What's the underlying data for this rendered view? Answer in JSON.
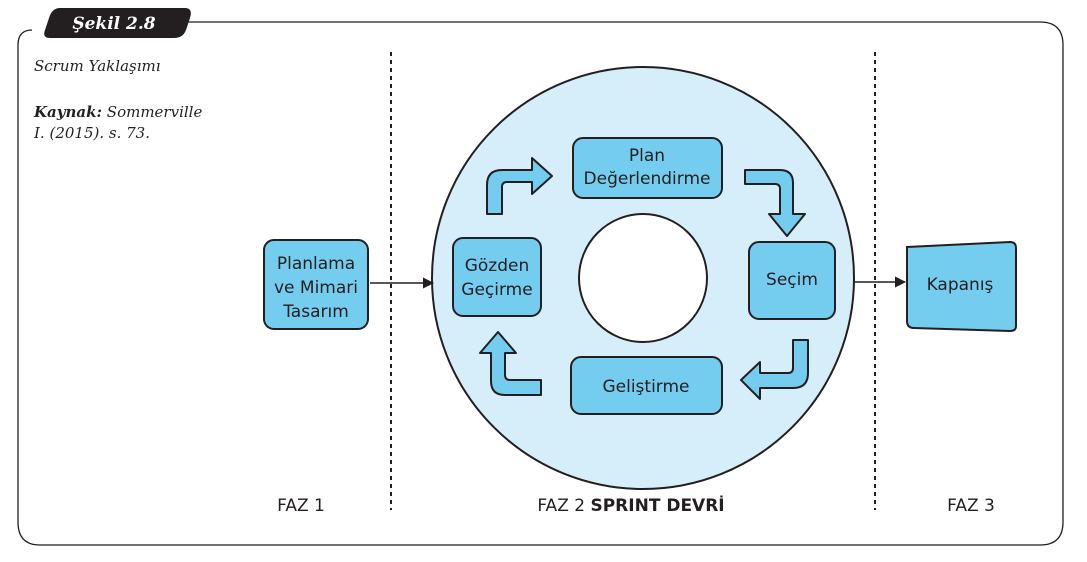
{
  "figure": {
    "tag": "Şekil 2.8",
    "caption_title": "Scrum Yaklaşımı",
    "source_label": "Kaynak:",
    "source_line1": " Sommerville",
    "source_line2": "I. (2015). s. 73."
  },
  "phases": {
    "faz1": "FAZ 1",
    "faz2_prefix": "FAZ 2 ",
    "faz2_bold": "SPRINT DEVRİ",
    "faz3": "FAZ 3"
  },
  "nodes": {
    "planlama": [
      "Planlama",
      "ve Mimari",
      "Tasarım"
    ],
    "plan_degerlendirme": [
      "Plan",
      "Değerlendirme"
    ],
    "secim": [
      "Seçim"
    ],
    "gelistirme": [
      "Geliştirme"
    ],
    "gozden": [
      "Gözden",
      "Geçirme"
    ],
    "kapanis": [
      "Kapanış"
    ]
  },
  "colors": {
    "box_fill": "#74cdef",
    "box_stroke": "#231f20",
    "circle_fill": "#d6eef9",
    "tag_fill": "#231f20",
    "frame_stroke": "#231f20"
  }
}
